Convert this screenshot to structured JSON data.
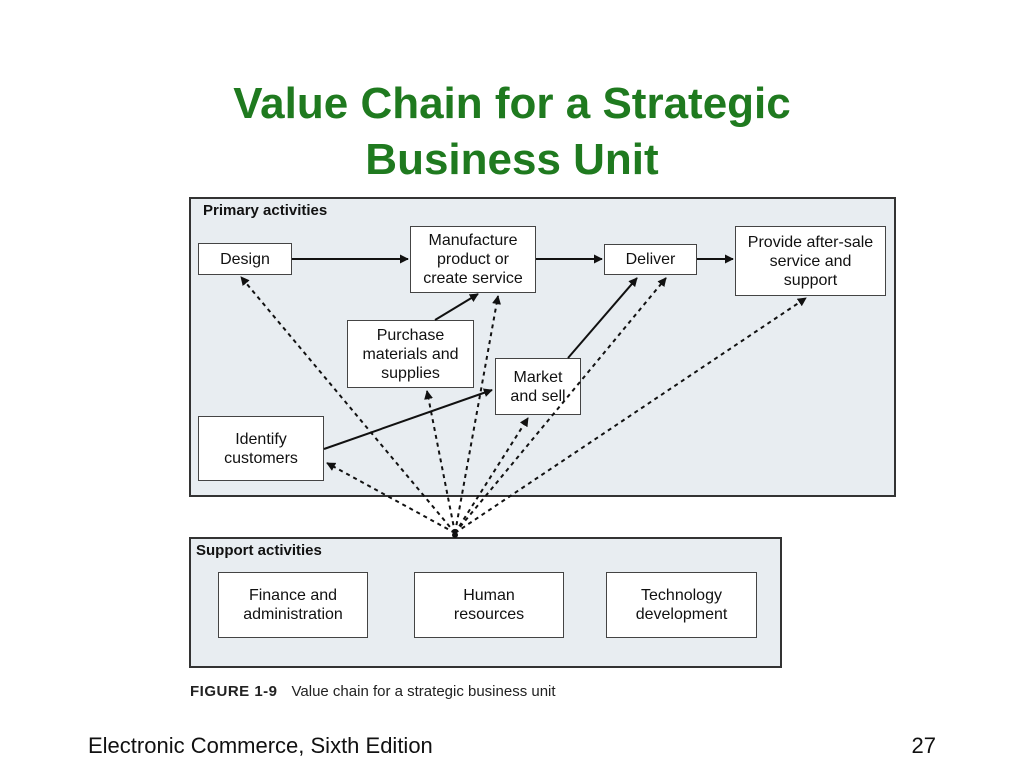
{
  "slide": {
    "title_line1": "Value Chain for a Strategic",
    "title_line2": "Business Unit",
    "footer_text": "Electronic Commerce, Sixth Edition",
    "page_number": "27"
  },
  "figure": {
    "primary_label": "Primary activities",
    "support_label": "Support activities",
    "primary": {
      "design": "Design",
      "manufacture": "Manufacture\nproduct or\ncreate service",
      "deliver": "Deliver",
      "after_sale": "Provide after-sale\nservice and\nsupport",
      "purchase": "Purchase\nmaterials and\nsupplies",
      "market": "Market\nand sell",
      "identify": "Identify\ncustomers"
    },
    "support": {
      "finance": "Finance and\nadministration",
      "human": "Human\nresources",
      "technology": "Technology\ndevelopment"
    },
    "caption_number": "FIGURE 1-9",
    "caption_text": "Value chain for a strategic business unit"
  },
  "colors": {
    "title": "#1f7a1f",
    "panel_fill": "#e8edf1"
  }
}
